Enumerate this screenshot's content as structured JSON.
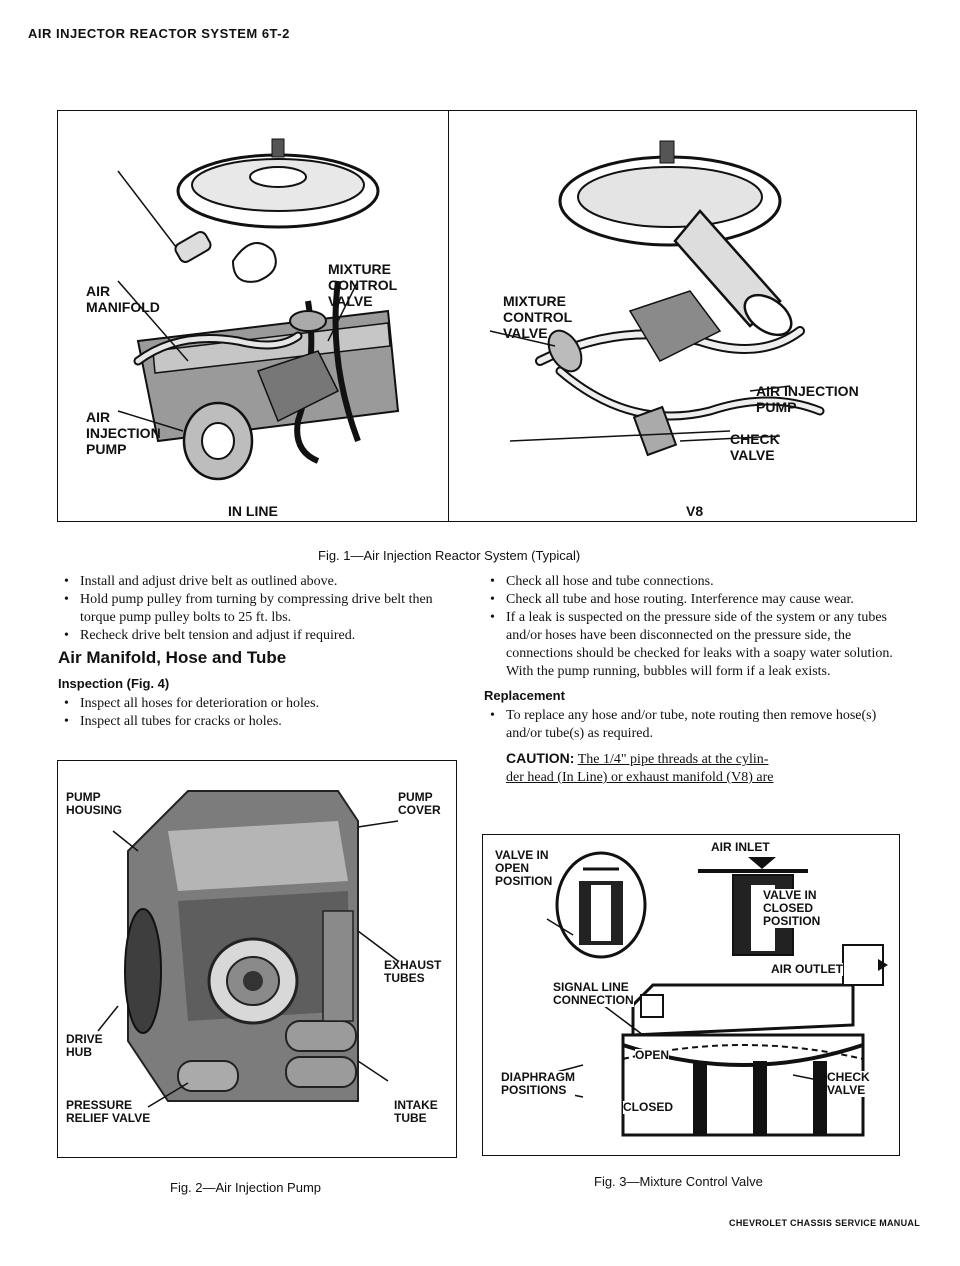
{
  "header": {
    "running_title": "AIR INJECTOR REACTOR SYSTEM 6T-2"
  },
  "fig1": {
    "inline": {
      "panel_label": "IN LINE",
      "labels": {
        "air_manifold": "AIR\nMANIFOLD",
        "mixture_control_valve": "MIXTURE\nCONTROL\nVALVE",
        "air_injection_pump": "AIR\nINJECTION\nPUMP"
      }
    },
    "v8": {
      "panel_label": "V8",
      "labels": {
        "mixture_control_valve": "MIXTURE\nCONTROL\nVALVE",
        "air_injection_pump": "AIR INJECTION\nPUMP",
        "check_valve": "CHECK\nVALVE"
      }
    },
    "caption": "Fig. 1—Air Injection Reactor System (Typical)"
  },
  "left_column": {
    "bullets": [
      "Install and adjust drive belt as outlined above.",
      "Hold pump pulley from turning by compressing drive belt then torque pump pulley bolts to 25 ft. lbs.",
      "Recheck drive belt tension and adjust if required."
    ],
    "section_heading": "Air Manifold, Hose and Tube",
    "subheading": "Inspection (Fig. 4)",
    "inspection_bullets": [
      "Inspect all hoses for deterioration or holes.",
      "Inspect all tubes for cracks or holes."
    ]
  },
  "right_column": {
    "bullets": [
      "Check all hose and tube connections.",
      "Check all tube and hose routing. Interference may cause wear.",
      "If a leak is suspected on the pressure side of the system or any tubes and/or hoses have been disconnected on the pressure side, the connections should be checked for leaks with a soapy water solution. With the pump running, bubbles will form if a leak exists."
    ],
    "subheading": "Replacement",
    "replacement_bullets": [
      "To replace any hose and/or tube, note routing then remove hose(s) and/or tube(s) as required."
    ],
    "caution_label": "CAUTION:",
    "caution_text_line1": "The 1/4\" pipe threads at the cylin-",
    "caution_text_line2": "der head (In Line) or exhaust manifold (V8) are"
  },
  "fig2": {
    "labels": {
      "pump_housing": "PUMP\nHOUSING",
      "pump_cover": "PUMP\nCOVER",
      "exhaust_tubes": "EXHAUST\nTUBES",
      "drive_hub": "DRIVE\nHUB",
      "pressure_relief_valve": "PRESSURE\nRELIEF VALVE",
      "intake_tube": "INTAKE\nTUBE"
    },
    "caption": "Fig. 2—Air Injection Pump"
  },
  "fig3": {
    "labels": {
      "valve_in_open": "VALVE IN\nOPEN\nPOSITION",
      "air_inlet": "AIR INLET",
      "valve_in_closed": "VALVE IN\nCLOSED\nPOSITION",
      "air_outlet": "AIR OUTLET",
      "signal_line": "SIGNAL LINE\nCONNECTION",
      "diaphragm_positions": "DIAPHRAGM\nPOSITIONS",
      "open": "OPEN",
      "closed": "CLOSED",
      "check_valve": "CHECK\nVALVE"
    },
    "caption": "Fig. 3—Mixture Control Valve"
  },
  "footer": {
    "publisher": "CHEVROLET CHASSIS SERVICE MANUAL"
  }
}
